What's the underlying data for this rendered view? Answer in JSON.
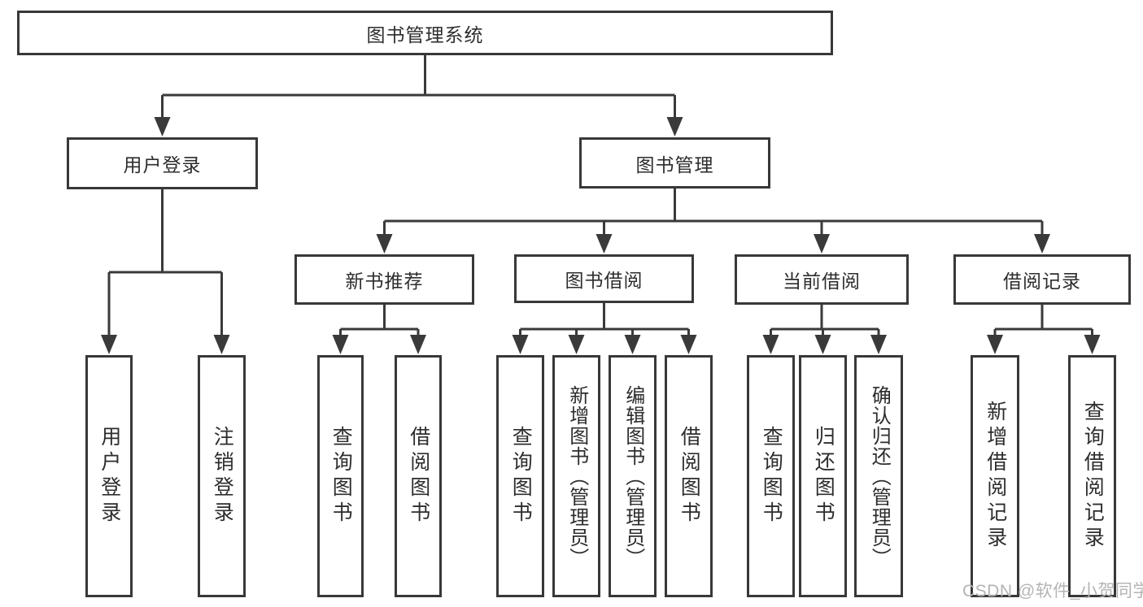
{
  "diagram": {
    "title": "图书管理系统",
    "root": {
      "label": "图书管理系统"
    },
    "level2": [
      {
        "label": "用户登录"
      },
      {
        "label": "图书管理"
      }
    ],
    "level3": [
      {
        "label": "新书推荐",
        "parent": "图书管理"
      },
      {
        "label": "图书借阅",
        "parent": "图书管理"
      },
      {
        "label": "当前借阅",
        "parent": "图书管理"
      },
      {
        "label": "借阅记录",
        "parent": "图书管理"
      }
    ],
    "leaves": [
      {
        "label": "用户登录",
        "parent": "用户登录"
      },
      {
        "label": "注销登录",
        "parent": "用户登录"
      },
      {
        "label": "查询图书",
        "parent": "新书推荐"
      },
      {
        "label": "借阅图书",
        "parent": "新书推荐"
      },
      {
        "label": "查询图书",
        "parent": "图书借阅"
      },
      {
        "label": "新增图书（管理员）",
        "parent": "图书借阅"
      },
      {
        "label": "编辑图书（管理员）",
        "parent": "图书借阅"
      },
      {
        "label": "借阅图书",
        "parent": "图书借阅"
      },
      {
        "label": "查询图书",
        "parent": "当前借阅"
      },
      {
        "label": "归还图书",
        "parent": "当前借阅"
      },
      {
        "label": "确认归还（管理员）",
        "parent": "当前借阅"
      },
      {
        "label": "新增借阅记录",
        "parent": "借阅记录"
      },
      {
        "label": "查询借阅记录",
        "parent": "借阅记录"
      }
    ],
    "watermark": "CSDN @软件_小贺同学",
    "colors": {
      "line": "#3a3a3a",
      "box_border": "#383838",
      "text": "#2d2d2d",
      "watermark": "#b4b4b4",
      "background": "#ffffff"
    }
  }
}
